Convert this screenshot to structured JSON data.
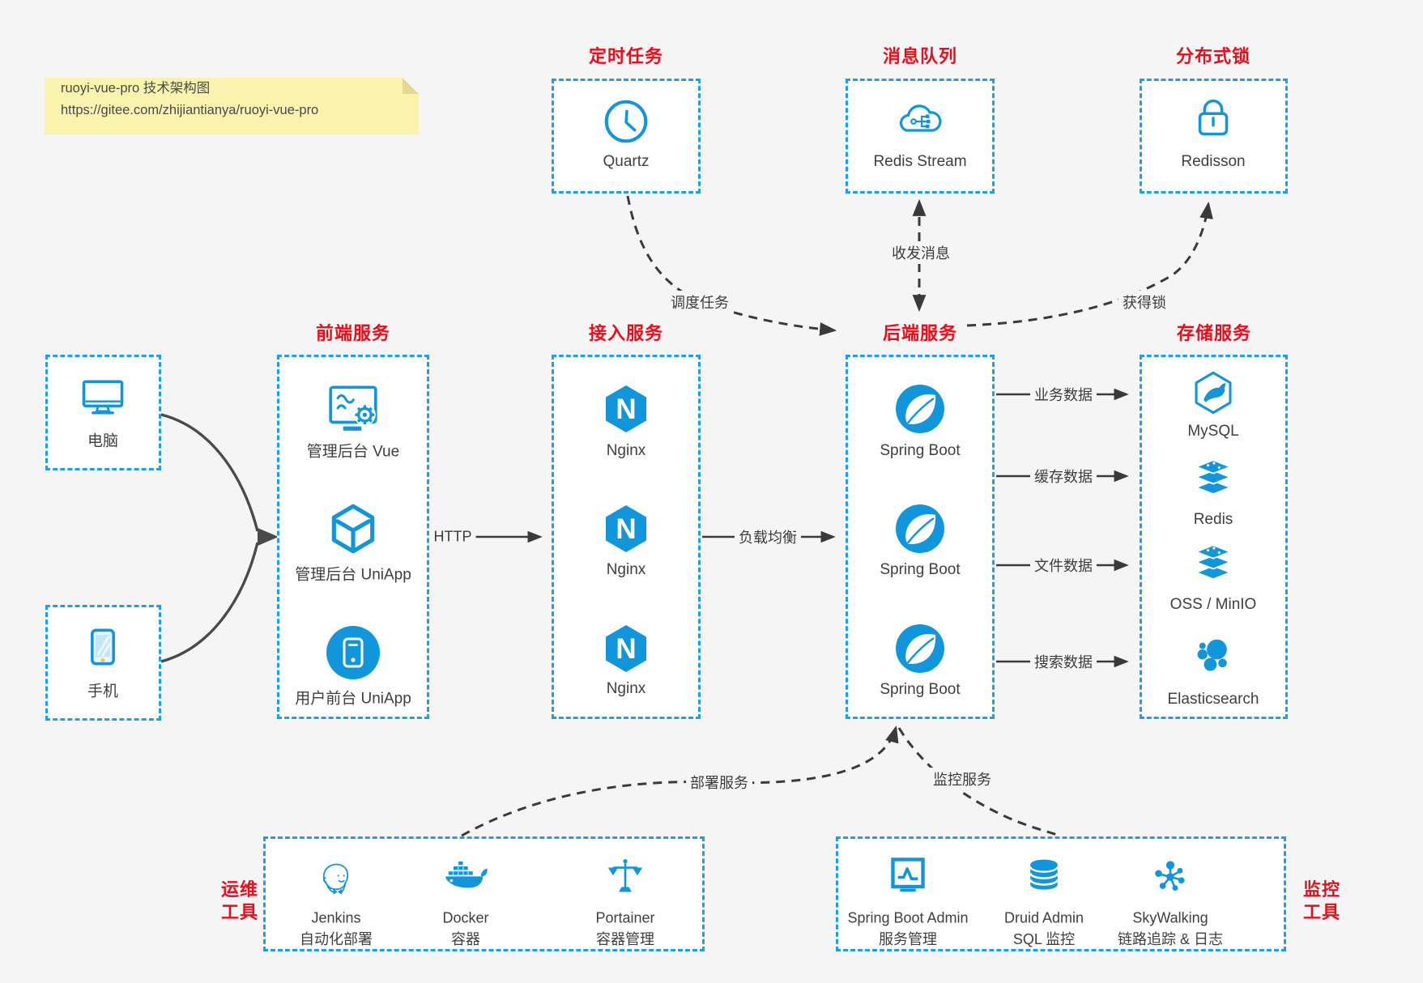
{
  "colors": {
    "icon-blue": "#1296db",
    "border-blue": "#1e9fec",
    "title-red": "#e60f1e",
    "line-dark": "#3a3a3a",
    "client-arrow": "#4a4a4a",
    "note-bg": "#faf3ae",
    "page-bg": "#f5f5f6",
    "text-dark": "#3f3f3f",
    "phone-accent": "#f6c343"
  },
  "note": {
    "line1": "ruoyi-vue-pro 技术架构图",
    "line2": "https://gitee.com/zhijiantianya/ruoyi-vue-pro"
  },
  "groups": {
    "scheduler": {
      "title": "定时任务",
      "node": {
        "label": "Quartz",
        "icon": "clock-icon"
      }
    },
    "mq": {
      "title": "消息队列",
      "node": {
        "label": "Redis Stream",
        "icon": "cloud-stream-icon"
      }
    },
    "lock": {
      "title": "分布式锁",
      "node": {
        "label": "Redisson",
        "icon": "padlock-icon"
      }
    },
    "clients": {
      "computer": {
        "label": "电脑",
        "icon": "desktop-icon"
      },
      "phone": {
        "label": "手机",
        "icon": "smartphone-icon"
      }
    },
    "frontend": {
      "title": "前端服务",
      "items": [
        {
          "label": "管理后台 Vue",
          "icon": "admin-vue-icon"
        },
        {
          "label": "管理后台 UniApp",
          "icon": "cube-icon"
        },
        {
          "label": "用户前台 UniApp",
          "icon": "mobile-app-icon"
        }
      ]
    },
    "gateway": {
      "title": "接入服务",
      "items": [
        {
          "label": "Nginx",
          "icon": "nginx-icon"
        },
        {
          "label": "Nginx",
          "icon": "nginx-icon"
        },
        {
          "label": "Nginx",
          "icon": "nginx-icon"
        }
      ]
    },
    "backend": {
      "title": "后端服务",
      "items": [
        {
          "label": "Spring Boot",
          "icon": "spring-icon"
        },
        {
          "label": "Spring Boot",
          "icon": "spring-icon"
        },
        {
          "label": "Spring Boot",
          "icon": "spring-icon"
        }
      ]
    },
    "storage": {
      "title": "存储服务",
      "items": [
        {
          "label": "MySQL",
          "icon": "mysql-icon"
        },
        {
          "label": "Redis",
          "icon": "redis-stack-icon"
        },
        {
          "label": "OSS / MinIO",
          "icon": "oss-stack-icon"
        },
        {
          "label": "Elasticsearch",
          "icon": "elasticsearch-icon"
        }
      ]
    },
    "ops": {
      "label_line1": "运维",
      "label_line2": "工具",
      "items": [
        {
          "name": "Jenkins",
          "desc": "自动化部署",
          "icon": "jenkins-icon"
        },
        {
          "name": "Docker",
          "desc": "容器",
          "icon": "docker-icon"
        },
        {
          "name": "Portainer",
          "desc": "容器管理",
          "icon": "portainer-icon"
        }
      ]
    },
    "monitoring": {
      "label_line1": "监控",
      "label_line2": "工具",
      "items": [
        {
          "name": "Spring Boot Admin",
          "desc": "服务管理",
          "icon": "spring-boot-admin-icon"
        },
        {
          "name": "Druid Admin",
          "desc": "SQL 监控",
          "icon": "druid-icon"
        },
        {
          "name": "SkyWalking",
          "desc": "链路追踪 & 日志",
          "icon": "skywalking-icon"
        }
      ]
    }
  },
  "edges": {
    "http": "HTTP",
    "load_balance": "负载均衡",
    "dispatch_job": "调度任务",
    "send_receive_msg": "收发消息",
    "acquire_lock": "获得锁",
    "business_data": "业务数据",
    "cache_data": "缓存数据",
    "file_data": "文件数据",
    "search_data": "搜索数据",
    "deploy_service": "部署服务",
    "monitor_service": "监控服务"
  }
}
